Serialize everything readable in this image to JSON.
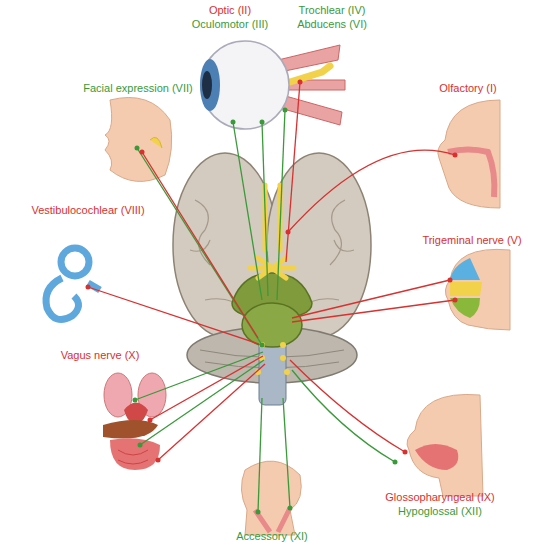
{
  "diagram": {
    "labels": [
      "Optic (II)",
      "Oculomotor (III)",
      "Trochlear (IV)",
      "Abducens (VI)",
      "Facial expression (VII)",
      "Olfactory (I)",
      "Vestibulocochlear (VIII)",
      "Trigeminal nerve (V)",
      "Vagus nerve (X)",
      "Glossopharyngeal (IX)",
      "Hypoglossal (XII)",
      "Accessory (XI)"
    ]
  }
}
